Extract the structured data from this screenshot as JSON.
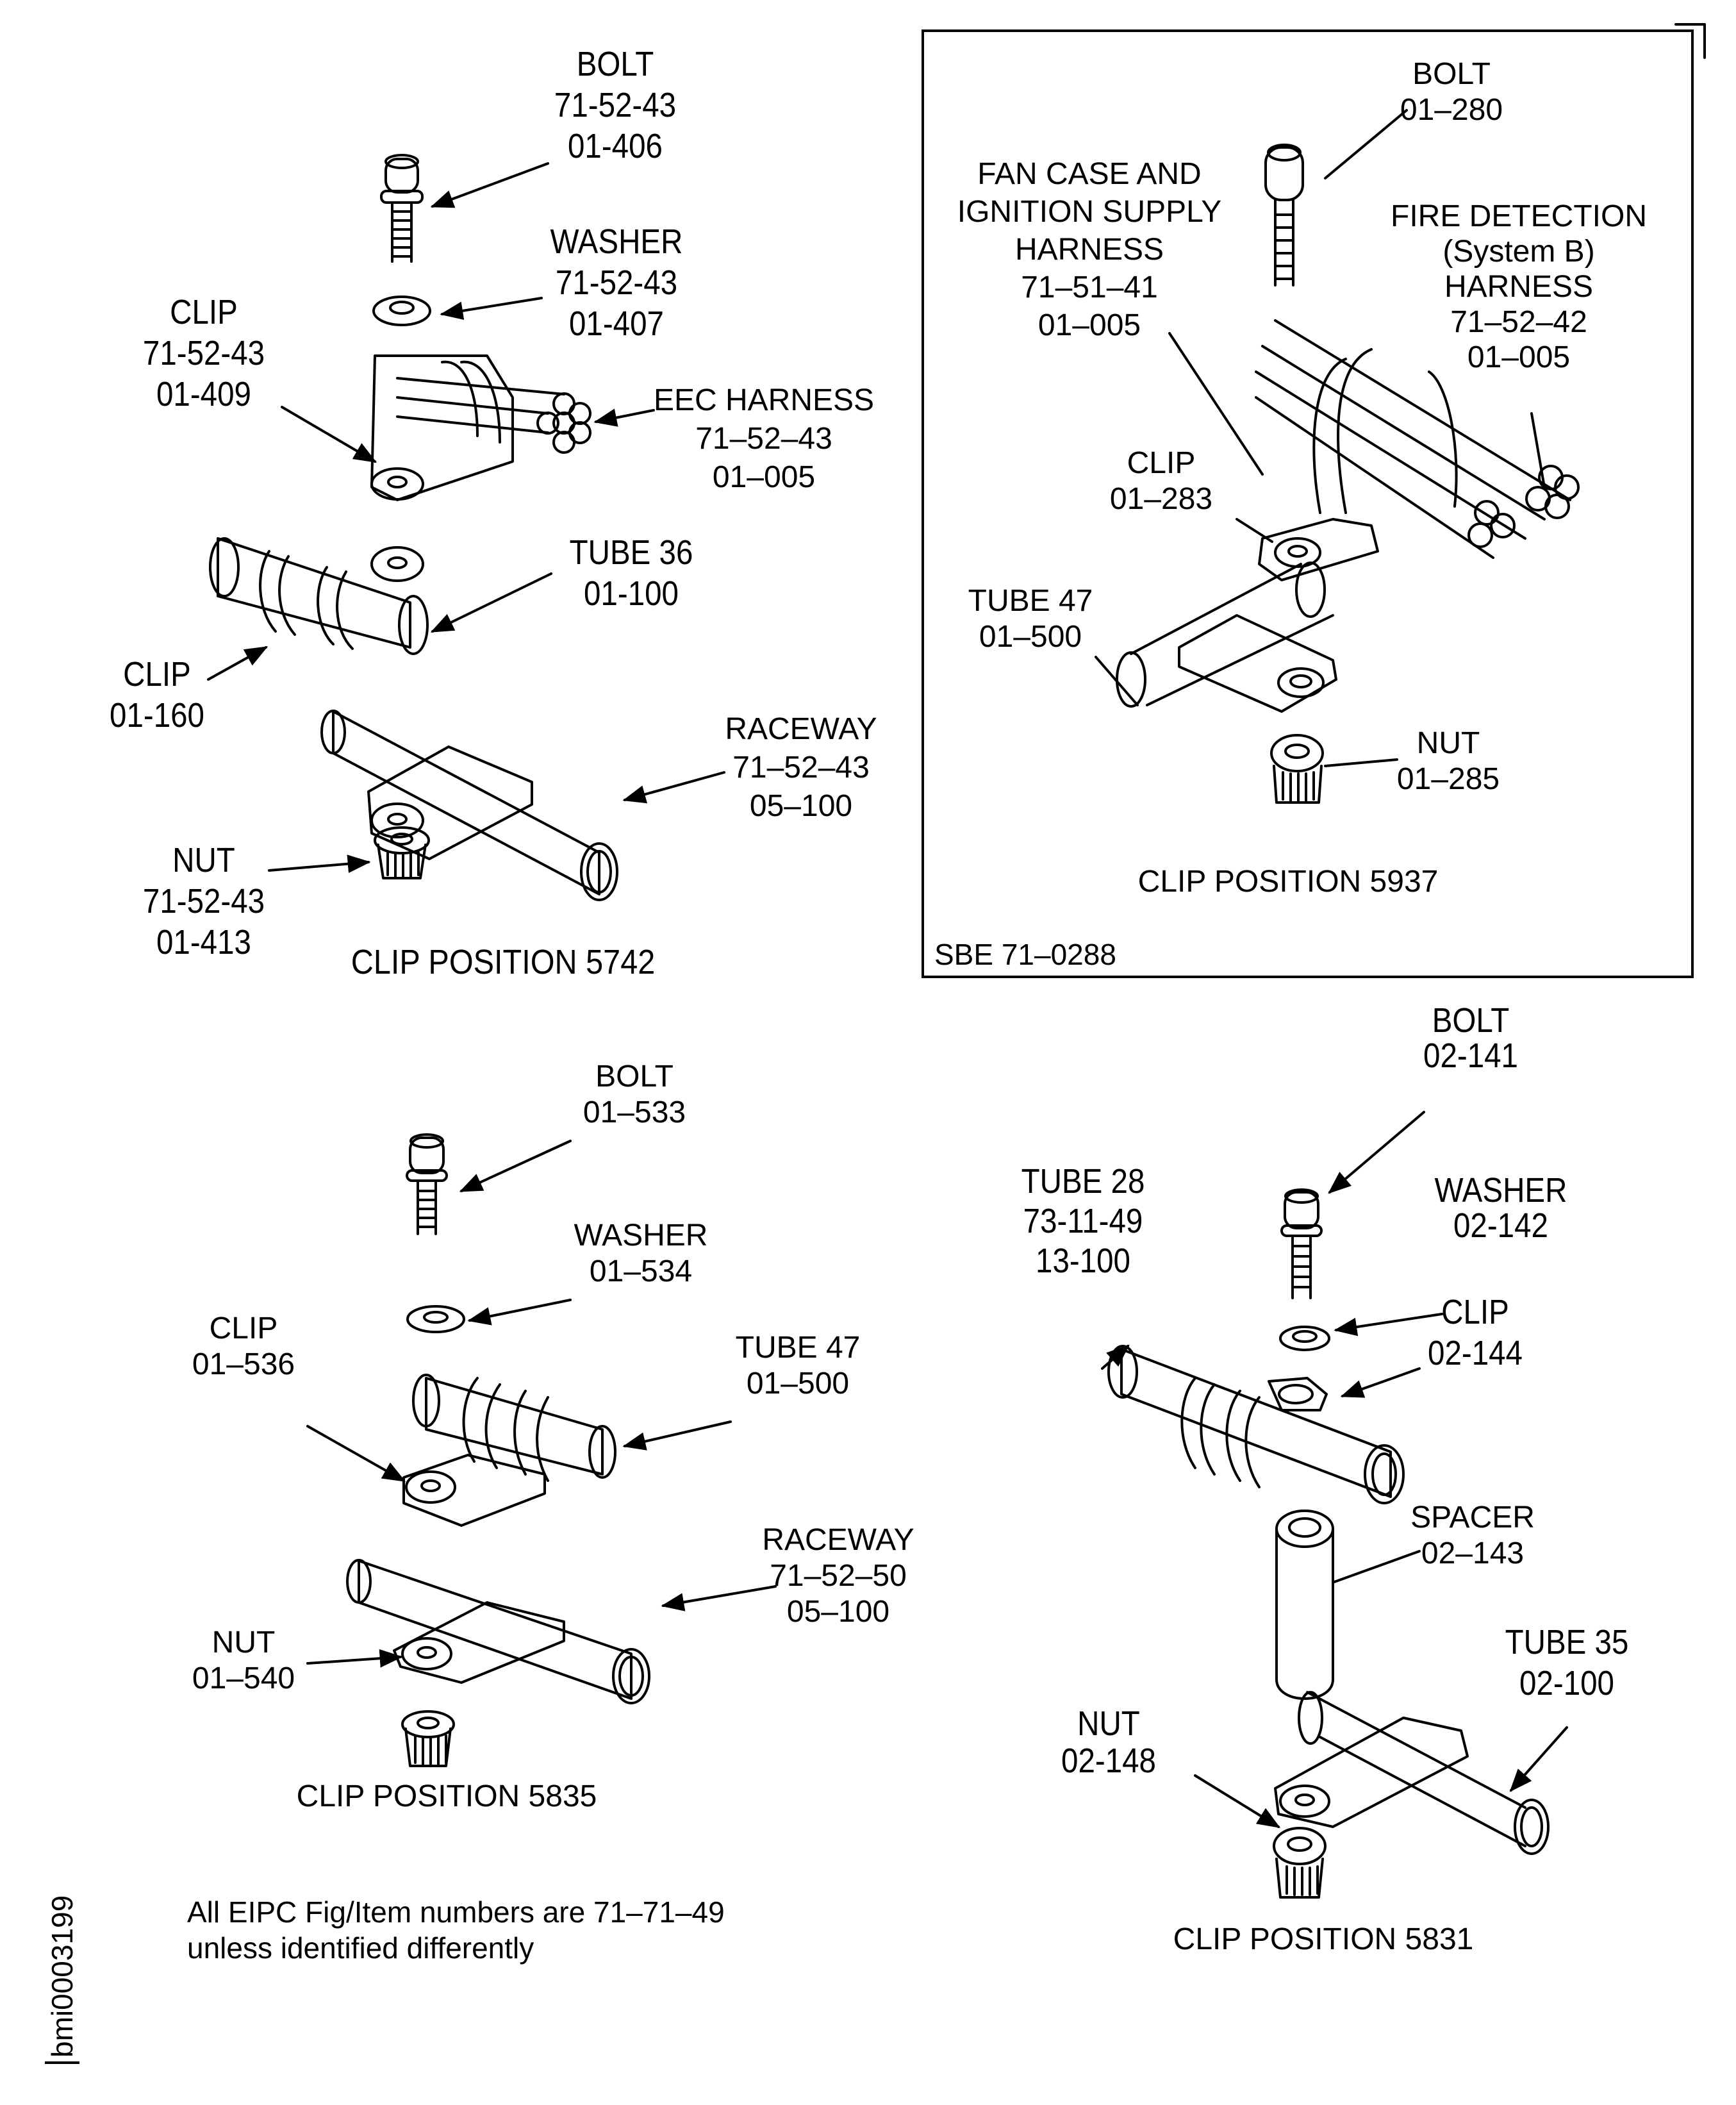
{
  "figure": {
    "note_line1": "All EIPC Fig/Item numbers are 71–71–49",
    "note_line2": "unless identified differently",
    "doc_id": "bmi0003199"
  },
  "positions": [
    {
      "caption": "CLIP POSITION 5742",
      "parts": [
        {
          "name": "BOLT",
          "ref": "71-52-43",
          "item": "01-406"
        },
        {
          "name": "WASHER",
          "ref": "71-52-43",
          "item": "01-407"
        },
        {
          "name": "CLIP",
          "ref": "71-52-43",
          "item": "01-409"
        },
        {
          "name": "EEC HARNESS",
          "ref": "71–52–43",
          "item": "01–005"
        },
        {
          "name": "TUBE 36",
          "item": "01-100"
        },
        {
          "name": "CLIP",
          "item": "01-160"
        },
        {
          "name": "RACEWAY",
          "ref": "71–52–43",
          "item": "05–100"
        },
        {
          "name": "NUT",
          "ref": "71-52-43",
          "item": "01-413"
        }
      ]
    },
    {
      "caption": "CLIP POSITION 5937",
      "service_bulletin": "SBE 71–0288",
      "parts": [
        {
          "name": "BOLT",
          "item": "01–280"
        },
        {
          "name_line1": "FAN CASE AND",
          "name_line2": "IGNITION SUPPLY",
          "name_line3": "HARNESS",
          "ref": "71–51–41",
          "item": "01–005"
        },
        {
          "name_line1": "FIRE DETECTION",
          "name_line2": "(System B)",
          "name_line3": "HARNESS",
          "ref": "71–52–42",
          "item": "01–005"
        },
        {
          "name": "CLIP",
          "item": "01–283"
        },
        {
          "name": "TUBE 47",
          "item": "01–500"
        },
        {
          "name": "NUT",
          "item": "01–285"
        }
      ]
    },
    {
      "caption": "CLIP POSITION 5835",
      "parts": [
        {
          "name": "BOLT",
          "item": "01–533"
        },
        {
          "name": "WASHER",
          "item": "01–534"
        },
        {
          "name": "CLIP",
          "item": "01–536"
        },
        {
          "name": "TUBE 47",
          "item": "01–500"
        },
        {
          "name": "RACEWAY",
          "ref": "71–52–50",
          "item": "05–100"
        },
        {
          "name": "NUT",
          "item": "01–540"
        }
      ]
    },
    {
      "caption": "CLIP POSITION 5831",
      "parts": [
        {
          "name": "BOLT",
          "item": "02-141"
        },
        {
          "name": "WASHER",
          "item": "02-142"
        },
        {
          "name": "CLIP",
          "item": "02-144"
        },
        {
          "name": "TUBE 28",
          "ref": "73-11-49",
          "item": "13-100"
        },
        {
          "name": "SPACER",
          "item": "02–143"
        },
        {
          "name": "TUBE 35",
          "item": "02-100"
        },
        {
          "name": "NUT",
          "item": "02-148"
        }
      ]
    }
  ]
}
